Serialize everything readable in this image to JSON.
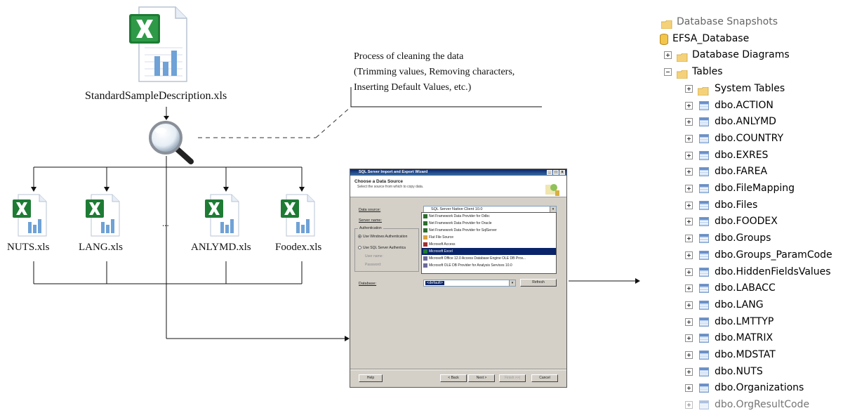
{
  "files": {
    "source": "StandardSampleDescription.xls",
    "outputs": [
      "NUTS.xls",
      "LANG.xls",
      "...",
      "ANLYMD.xls",
      "Foodex.xls"
    ]
  },
  "note": {
    "line1": "Process of cleaning the data",
    "line2": "(Trimming values, Removing characters,",
    "line3": "Inserting Default Values, etc.)"
  },
  "wizard": {
    "title": "SQL Server Import and Export Wizard",
    "heading": "Choose a Data Source",
    "subheading": "Select the source from which to copy data.",
    "controls": [
      "_",
      "□",
      "x"
    ],
    "data_source_label": "Data source:",
    "data_source_value": "SQL Server Native Client 10.0",
    "server_name_label": "Server name:",
    "authentication_label": "Authentication",
    "auth_windows": "Use Windows Authentication",
    "auth_sql": "Use SQL Server Authentica",
    "user_name_label": "User name:",
    "password_label": "Password:",
    "dropdown_items": [
      "Net Framework Data Provider for Odbc",
      "Net Framework Data Provider for Oracle",
      "Net Framework Data Provider for SqlServer",
      "Flat File Source",
      "Microsoft Access",
      "Microsoft Excel",
      "Microsoft Office 12.0 Access Database Engine OLE DB Prov...",
      "Microsoft OLE DB Provider for Analysis Services 10.0"
    ],
    "selected_item": "Microsoft Excel",
    "database_label": "Database:",
    "database_value": "<default>",
    "refresh_button": "Refresh",
    "help_button": "Help",
    "back_button": "< Back",
    "next_button": "Next >",
    "finish_button": "Finish >>|",
    "cancel_button": "Cancel"
  },
  "tree": {
    "items": [
      "Database Snapshots",
      "EFSA_Database",
      "Database Diagrams",
      "Tables",
      "System Tables",
      "dbo.ACTION",
      "dbo.ANLYMD",
      "dbo.COUNTRY",
      "dbo.EXRES",
      "dbo.FAREA",
      "dbo.FileMapping",
      "dbo.Files",
      "dbo.FOODEX",
      "dbo.Groups",
      "dbo.Groups_ParamCode",
      "dbo.HiddenFieldsValues",
      "dbo.LABACC",
      "dbo.LANG",
      "dbo.LMTTYP",
      "dbo.MATRIX",
      "dbo.MDSTAT",
      "dbo.NUTS",
      "dbo.Organizations",
      "dbo.OrgResultCode"
    ]
  },
  "colors": {
    "excel_green": "#1e7b34",
    "folder_yellow": "#f5d27a",
    "selection_blue": "#0a246a"
  }
}
